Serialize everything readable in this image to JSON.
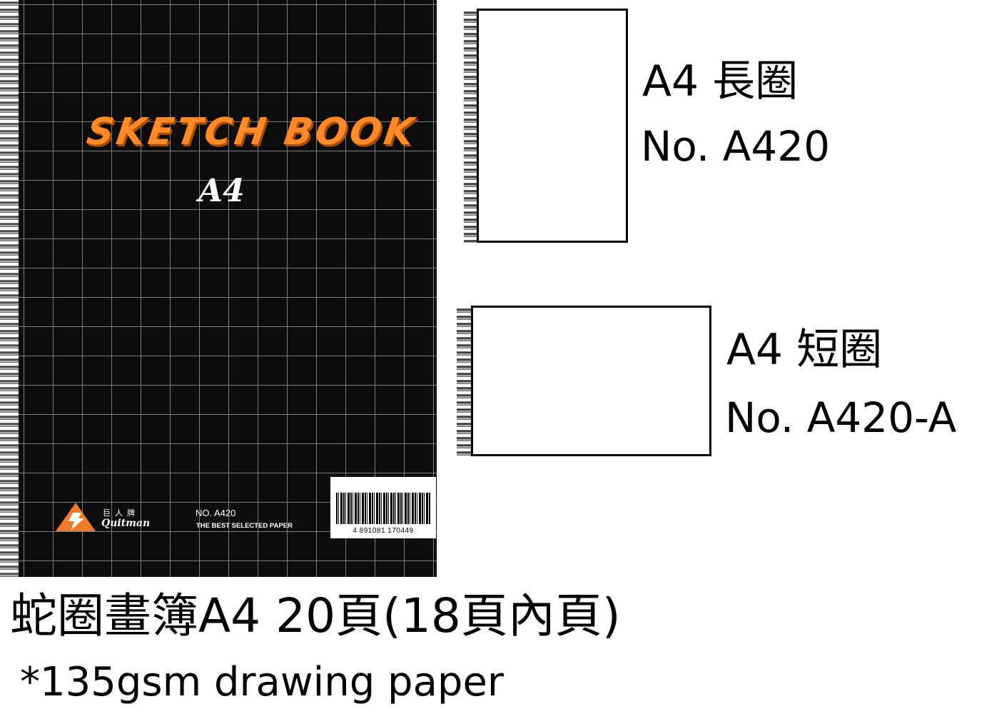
{
  "cover": {
    "title": "SKETCH BOOK",
    "size": "A4",
    "brand_cn": "巨人牌",
    "brand_en": "Quitman",
    "model_no": "NO. A420",
    "tagline": "THE BEST SELECTED PAPER",
    "barcode_number": "4 891081 170449",
    "colors": {
      "board": "#0d0d0d",
      "grid": "#7d7d7d",
      "title": "#ff8a2a",
      "logo": "#f07b28"
    }
  },
  "variants": [
    {
      "label": "A4 長圈",
      "model": "No. A420"
    },
    {
      "label": "A4 短圈",
      "model": "No. A420-A"
    }
  ],
  "product": {
    "title": "蛇圈畫簿A4 20頁(18頁內頁)",
    "spec": "*135gsm drawing paper"
  }
}
